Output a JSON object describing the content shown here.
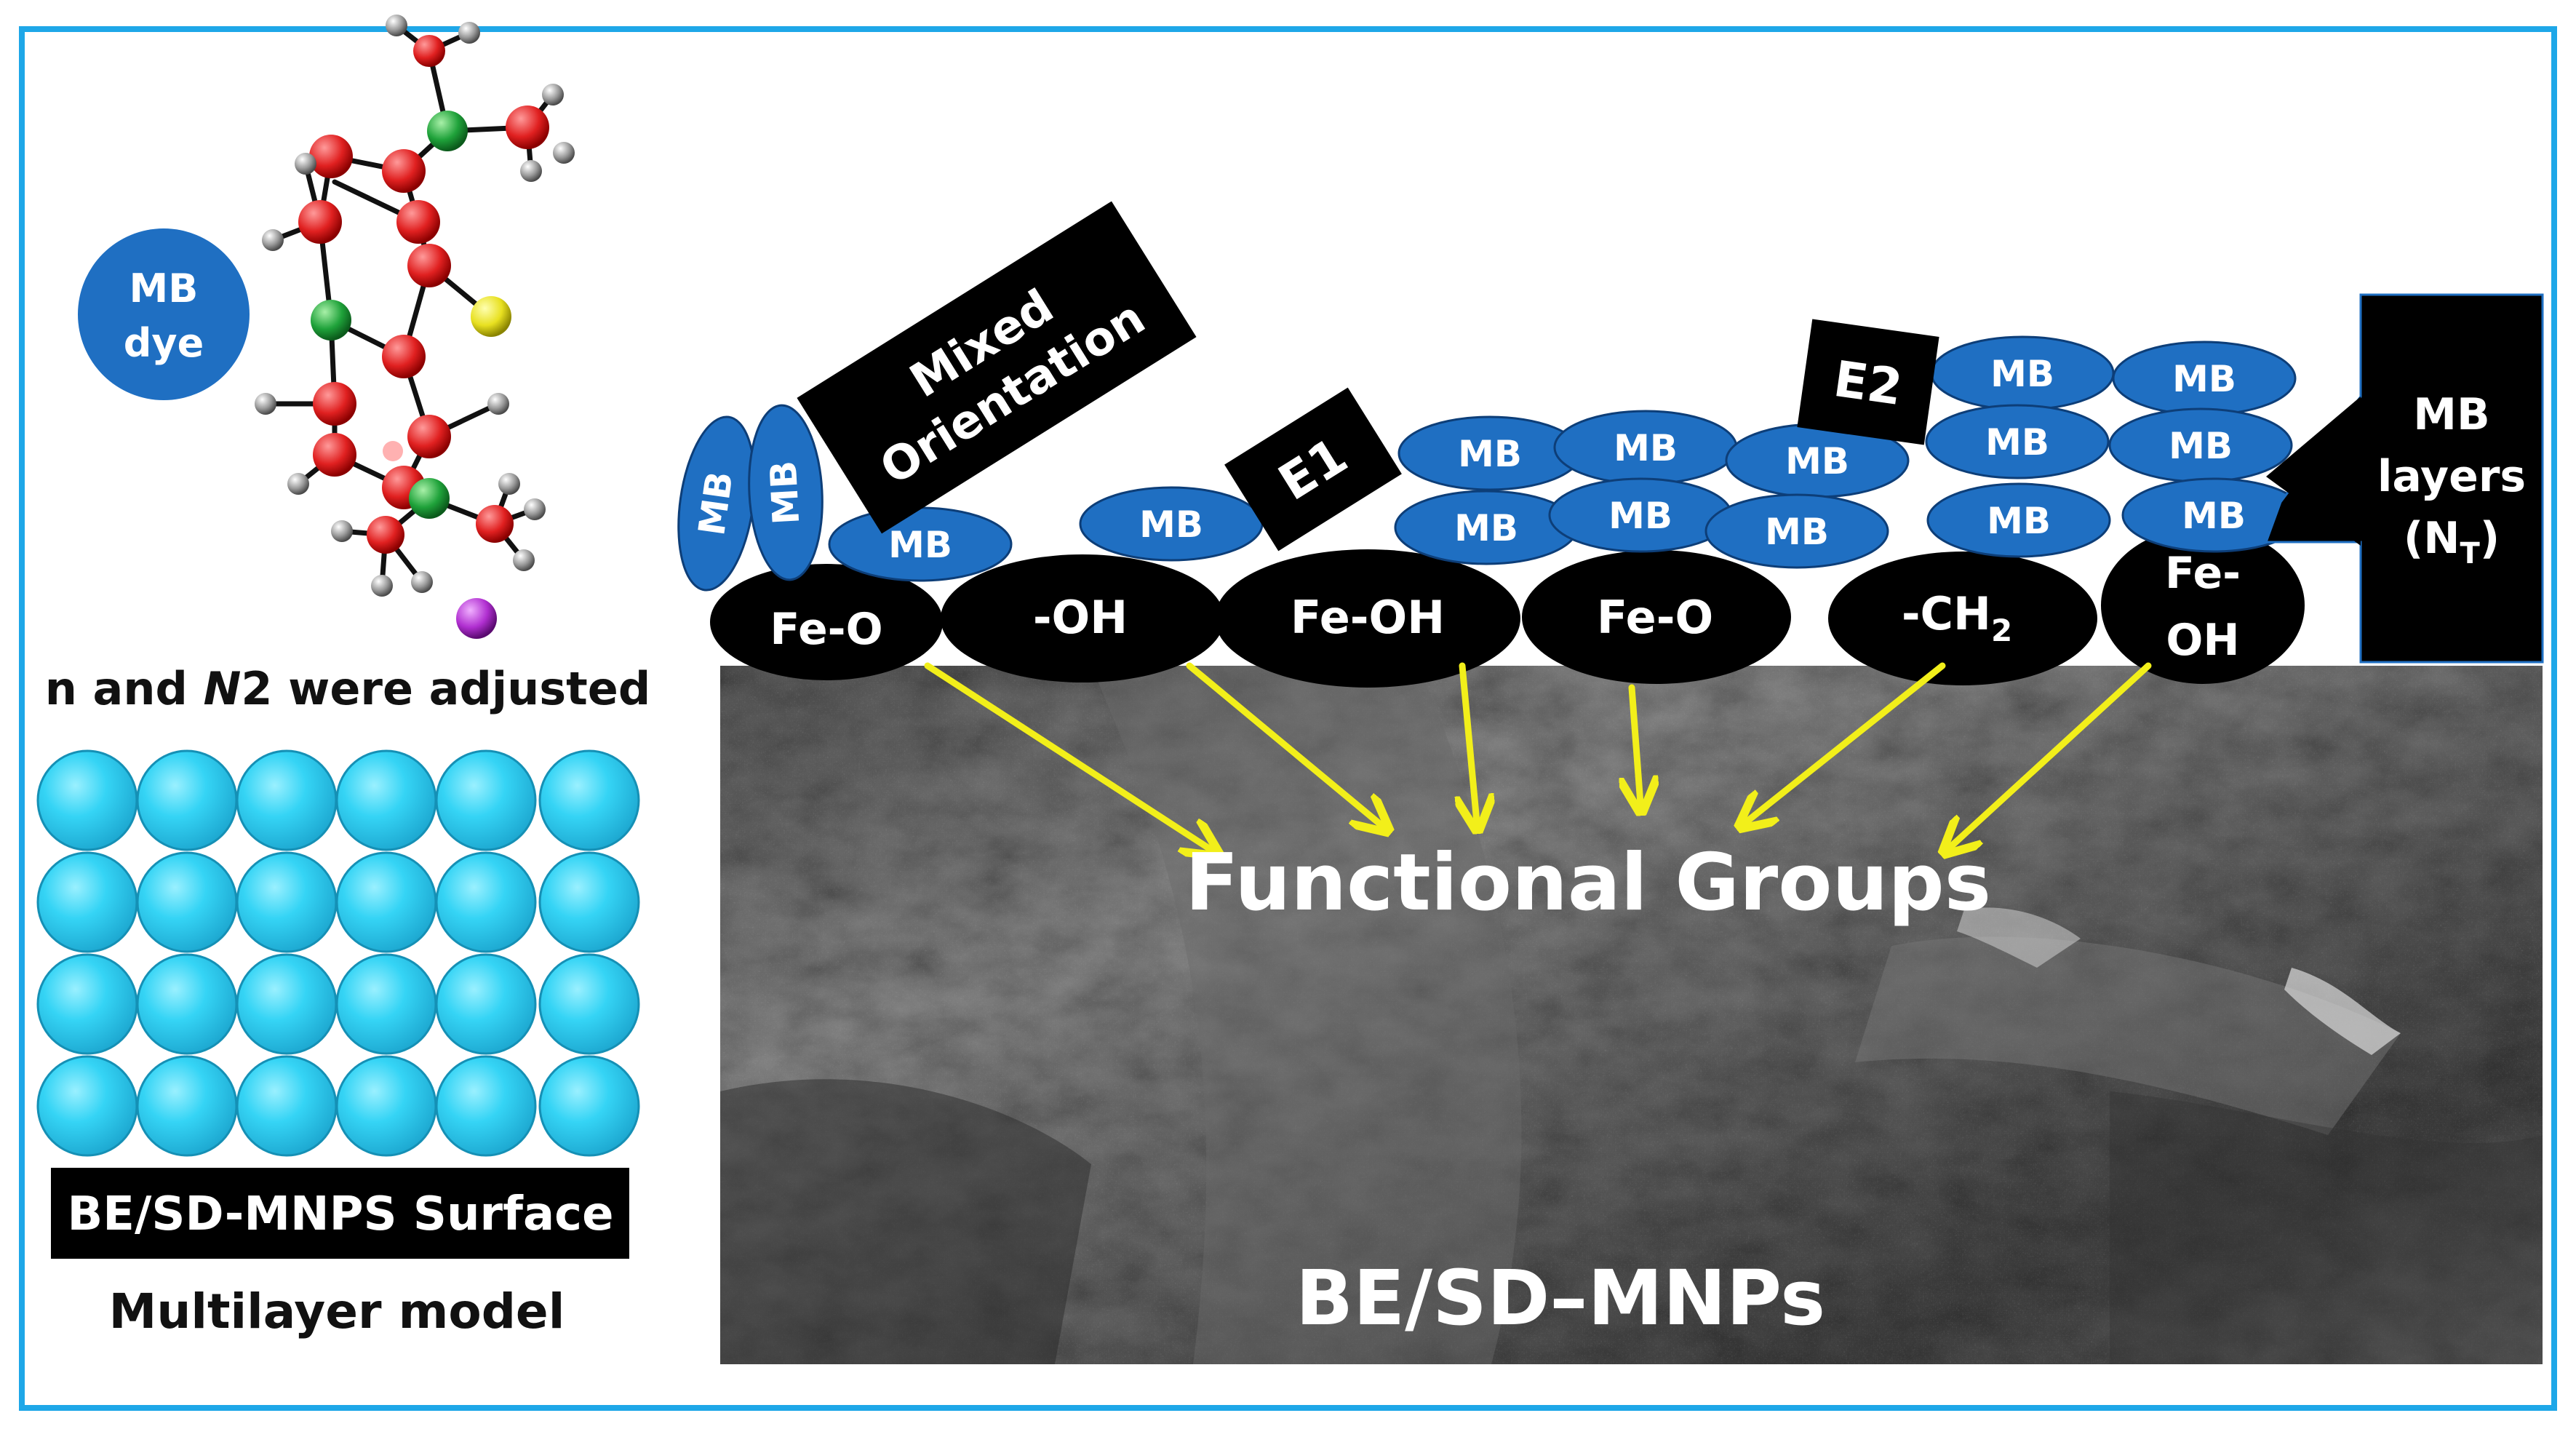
{
  "molecule": {
    "badge_line1": "MB",
    "badge_line2": "dye",
    "caption_pre": "n and ",
    "caption_italic": "N",
    "caption_post": "2 were adjusted"
  },
  "surface_panel": {
    "label": "BE/SD-MNPS Surface",
    "model_caption": "Multilayer model"
  },
  "mb_label": "MB",
  "annotations": {
    "mixed_line1": "Mixed",
    "mixed_line2": "Orientation",
    "e1": "E1",
    "e2": "E2",
    "layers_line1": "MB",
    "layers_line2": "layers",
    "layers_line3_pre": "(N",
    "layers_line3_sub": "T",
    "layers_line3_post": ")"
  },
  "surface_groups": {
    "g1": "Fe-O",
    "g2": "-OH",
    "g3": "Fe-OH",
    "g4": "Fe-O",
    "g5_main": "-CH",
    "g5_sub": "2",
    "g6_line1": "Fe-",
    "g6_line2": "OH"
  },
  "sem_image": {
    "functional_groups_label": "Functional Groups",
    "material_label": "BE/SD–MNPs"
  },
  "colors": {
    "frame": "#1ea7e8",
    "mb_blue": "#1f6fc2",
    "sphere": "#2ed0f2",
    "arrow": "#f2ef1a",
    "black": "#000000"
  }
}
